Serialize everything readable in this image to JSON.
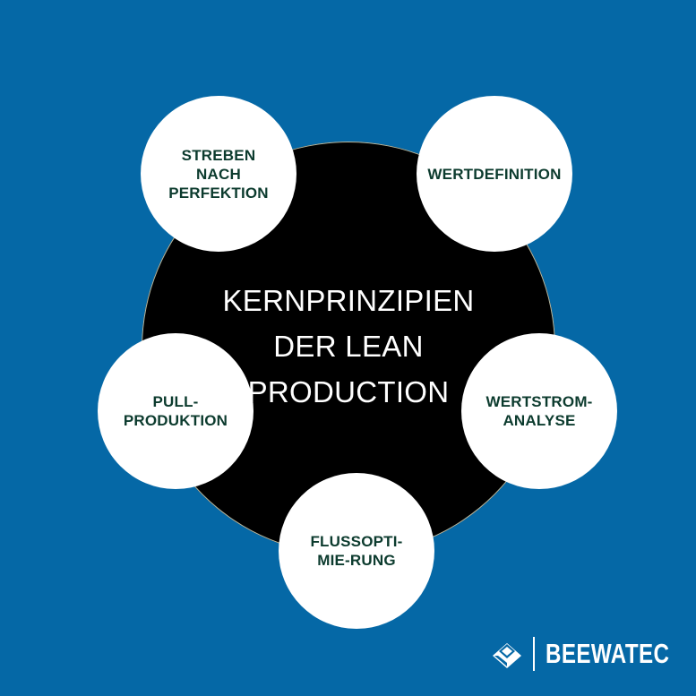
{
  "center": {
    "title_lines": [
      "KERNPRINZIPIEN",
      "DER LEAN",
      "PRODUCTION"
    ]
  },
  "principles": [
    {
      "id": "perfektion",
      "lines": [
        "STREBEN",
        "NACH",
        "PERFEKTION"
      ]
    },
    {
      "id": "wertdefinition",
      "lines": [
        "WERTDEFINITION"
      ]
    },
    {
      "id": "pull",
      "lines": [
        "PULL-",
        "PRODUKTION"
      ]
    },
    {
      "id": "wertstrom",
      "lines": [
        "WERTSTROM-",
        "ANALYSE"
      ]
    },
    {
      "id": "fluss",
      "lines": [
        "FLUSSOPTI-",
        "MIE-RUNG"
      ]
    }
  ],
  "brand": {
    "name": "BEEWATEC",
    "logo_icon": "beewatec-logo-icon"
  },
  "colors": {
    "background": "#0568a6",
    "center_circle": "#000000",
    "principle_circle": "#ffffff",
    "principle_text": "#0c3b2e",
    "center_text": "#ffffff"
  }
}
